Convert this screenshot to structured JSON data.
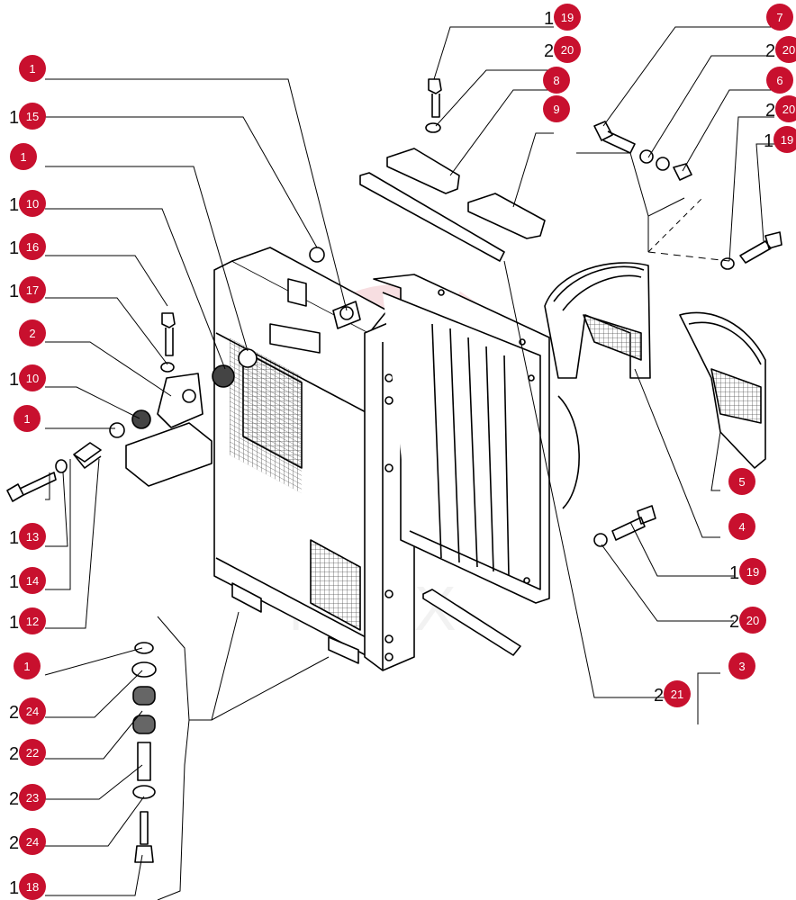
{
  "diagram": {
    "watermark": "NTEX",
    "colors": {
      "badge": "#c8102e",
      "line": "#000000",
      "watermark": "#f2c4c9"
    },
    "callouts": [
      {
        "id": "c1",
        "label": "1",
        "under": ""
      },
      {
        "id": "c2",
        "label": "15",
        "under": "1"
      },
      {
        "id": "c3",
        "label": "1",
        "under": ""
      },
      {
        "id": "c4",
        "label": "10",
        "under": "1"
      },
      {
        "id": "c5",
        "label": "16",
        "under": "1"
      },
      {
        "id": "c6",
        "label": "17",
        "under": "1"
      },
      {
        "id": "c7",
        "label": "2",
        "under": ""
      },
      {
        "id": "c8",
        "label": "10",
        "under": "1"
      },
      {
        "id": "c9",
        "label": "1",
        "under": ""
      },
      {
        "id": "c10",
        "label": "13",
        "under": "1"
      },
      {
        "id": "c11",
        "label": "14",
        "under": "1"
      },
      {
        "id": "c12",
        "label": "12",
        "under": "1"
      },
      {
        "id": "c13",
        "label": "1",
        "under": ""
      },
      {
        "id": "c14",
        "label": "24",
        "under": "2"
      },
      {
        "id": "c15",
        "label": "22",
        "under": "2"
      },
      {
        "id": "c16",
        "label": "23",
        "under": "2"
      },
      {
        "id": "c17",
        "label": "24",
        "under": "2"
      },
      {
        "id": "c18",
        "label": "18",
        "under": "1"
      },
      {
        "id": "c19",
        "label": "19",
        "under": "1"
      },
      {
        "id": "c20",
        "label": "20",
        "under": "2"
      },
      {
        "id": "c21",
        "label": "8",
        "under": ""
      },
      {
        "id": "c22",
        "label": "9",
        "under": ""
      },
      {
        "id": "c23",
        "label": "7",
        "under": ""
      },
      {
        "id": "c24",
        "label": "20",
        "under": "2"
      },
      {
        "id": "c25",
        "label": "6",
        "under": ""
      },
      {
        "id": "c26",
        "label": "20",
        "under": "2"
      },
      {
        "id": "c27",
        "label": "19",
        "under": "1"
      },
      {
        "id": "c28",
        "label": "5",
        "under": ""
      },
      {
        "id": "c29",
        "label": "4",
        "under": ""
      },
      {
        "id": "c30",
        "label": "19",
        "under": "1"
      },
      {
        "id": "c31",
        "label": "20",
        "under": "2"
      },
      {
        "id": "c32",
        "label": "3",
        "under": ""
      },
      {
        "id": "c33",
        "label": "21",
        "under": "2"
      }
    ]
  }
}
